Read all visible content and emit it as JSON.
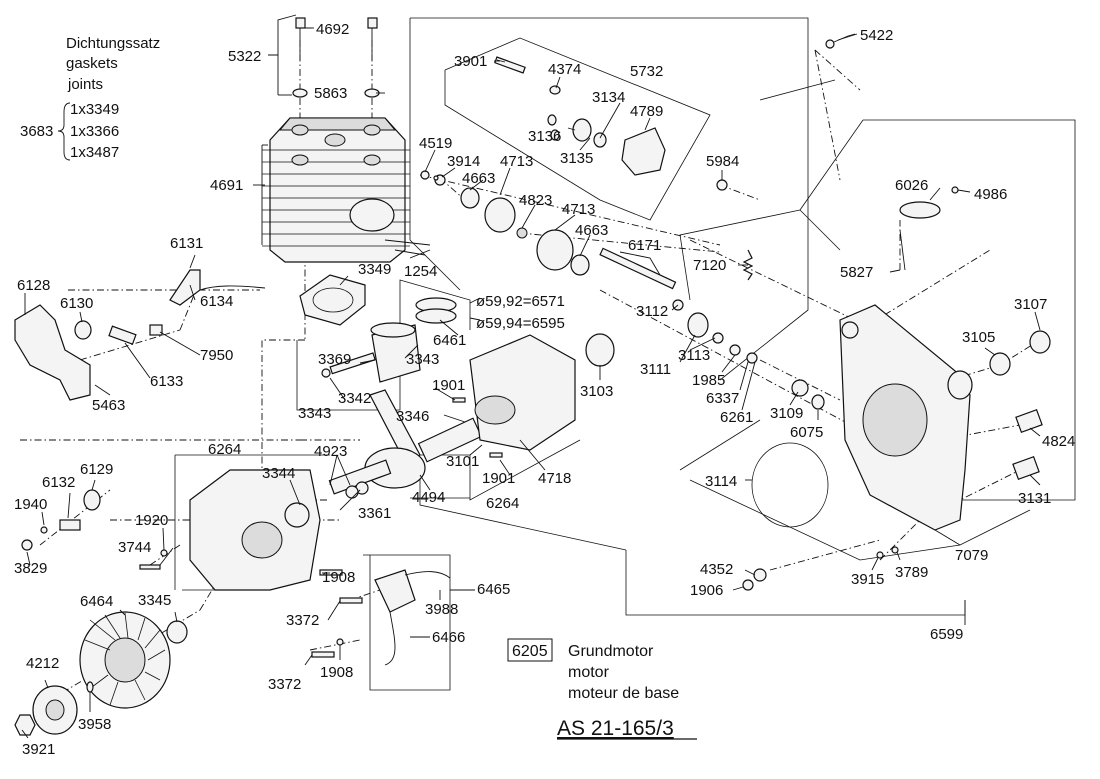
{
  "notes": {
    "gasket_set": [
      "Dichtungssatz",
      "gaskets",
      "joints"
    ],
    "gasket_set_id": "3683",
    "gasket_items": [
      "1x3349",
      "1x3366",
      "1x3487"
    ],
    "dia_1": "ø59,92=6571",
    "dia_2": "ø59,94=6595",
    "base_engine_id": "6205",
    "base_engine": [
      "Grundmotor",
      "motor",
      "moteur de base"
    ],
    "model": "AS 21-165/3"
  },
  "parts": [
    {
      "id": "p4692",
      "text": "4692"
    },
    {
      "id": "p5322",
      "text": "5322"
    },
    {
      "id": "p5863",
      "text": "5863"
    },
    {
      "id": "p4691",
      "text": "4691"
    },
    {
      "id": "p3349",
      "text": "3349"
    },
    {
      "id": "p1254",
      "text": "1254"
    },
    {
      "id": "p6131",
      "text": "6131"
    },
    {
      "id": "p6128",
      "text": "6128"
    },
    {
      "id": "p6130",
      "text": "6130"
    },
    {
      "id": "p6134",
      "text": "6134"
    },
    {
      "id": "p7950",
      "text": "7950"
    },
    {
      "id": "p6133",
      "text": "6133"
    },
    {
      "id": "p5463",
      "text": "5463"
    },
    {
      "id": "p6461",
      "text": "6461"
    },
    {
      "id": "p3369",
      "text": "3369"
    },
    {
      "id": "p3343a",
      "text": "3343"
    },
    {
      "id": "p3342",
      "text": "3342"
    },
    {
      "id": "p3343b",
      "text": "3343"
    },
    {
      "id": "p1901a",
      "text": "1901"
    },
    {
      "id": "p3346",
      "text": "3346"
    },
    {
      "id": "p3103",
      "text": "3103"
    },
    {
      "id": "p3101",
      "text": "3101"
    },
    {
      "id": "p1901b",
      "text": "1901"
    },
    {
      "id": "p4718",
      "text": "4718"
    },
    {
      "id": "p6264a",
      "text": "6264"
    },
    {
      "id": "p4923",
      "text": "4923"
    },
    {
      "id": "p3344",
      "text": "3344"
    },
    {
      "id": "p4494",
      "text": "4494"
    },
    {
      "id": "p6264b",
      "text": "6264"
    },
    {
      "id": "p3361",
      "text": "3361"
    },
    {
      "id": "p3901",
      "text": "3901"
    },
    {
      "id": "p4374",
      "text": "4374"
    },
    {
      "id": "p5732",
      "text": "5732"
    },
    {
      "id": "p3134",
      "text": "3134"
    },
    {
      "id": "p4789",
      "text": "4789"
    },
    {
      "id": "p3136",
      "text": "3136"
    },
    {
      "id": "p3135",
      "text": "3135"
    },
    {
      "id": "p5984",
      "text": "5984"
    },
    {
      "id": "p4519",
      "text": "4519"
    },
    {
      "id": "p3914",
      "text": "3914"
    },
    {
      "id": "p4713a",
      "text": "4713"
    },
    {
      "id": "p4663a",
      "text": "4663"
    },
    {
      "id": "p4823",
      "text": "4823"
    },
    {
      "id": "p4713b",
      "text": "4713"
    },
    {
      "id": "p4663b",
      "text": "4663"
    },
    {
      "id": "p6171",
      "text": "6171"
    },
    {
      "id": "p7120",
      "text": "7120"
    },
    {
      "id": "p3112",
      "text": "3112"
    },
    {
      "id": "p3111",
      "text": "3111"
    },
    {
      "id": "p3113",
      "text": "3113"
    },
    {
      "id": "p1985",
      "text": "1985"
    },
    {
      "id": "p6337",
      "text": "6337"
    },
    {
      "id": "p6261",
      "text": "6261"
    },
    {
      "id": "p5422",
      "text": "5422"
    },
    {
      "id": "p6026",
      "text": "6026"
    },
    {
      "id": "p4986",
      "text": "4986"
    },
    {
      "id": "p5827",
      "text": "5827"
    },
    {
      "id": "p3107",
      "text": "3107"
    },
    {
      "id": "p3105",
      "text": "3105"
    },
    {
      "id": "p3109",
      "text": "3109"
    },
    {
      "id": "p6075",
      "text": "6075"
    },
    {
      "id": "p4824",
      "text": "4824"
    },
    {
      "id": "p3114",
      "text": "3114"
    },
    {
      "id": "p3131",
      "text": "3131"
    },
    {
      "id": "p7079",
      "text": "7079"
    },
    {
      "id": "p4352",
      "text": "4352"
    },
    {
      "id": "p1906",
      "text": "1906"
    },
    {
      "id": "p3915",
      "text": "3915"
    },
    {
      "id": "p3789",
      "text": "3789"
    },
    {
      "id": "p6599",
      "text": "6599"
    },
    {
      "id": "p1940",
      "text": "1940"
    },
    {
      "id": "p6132",
      "text": "6132"
    },
    {
      "id": "p6129",
      "text": "6129"
    },
    {
      "id": "p3829",
      "text": "3829"
    },
    {
      "id": "p1920",
      "text": "1920"
    },
    {
      "id": "p3744",
      "text": "3744"
    },
    {
      "id": "p6464",
      "text": "6464"
    },
    {
      "id": "p3345",
      "text": "3345"
    },
    {
      "id": "p1908a",
      "text": "1908"
    },
    {
      "id": "p3372a",
      "text": "3372"
    },
    {
      "id": "p3988",
      "text": "3988"
    },
    {
      "id": "p6465",
      "text": "6465"
    },
    {
      "id": "p6466",
      "text": "6466"
    },
    {
      "id": "p3372b",
      "text": "3372"
    },
    {
      "id": "p1908b",
      "text": "1908"
    },
    {
      "id": "p4212",
      "text": "4212"
    },
    {
      "id": "p3958",
      "text": "3958"
    },
    {
      "id": "p3921",
      "text": "3921"
    }
  ]
}
